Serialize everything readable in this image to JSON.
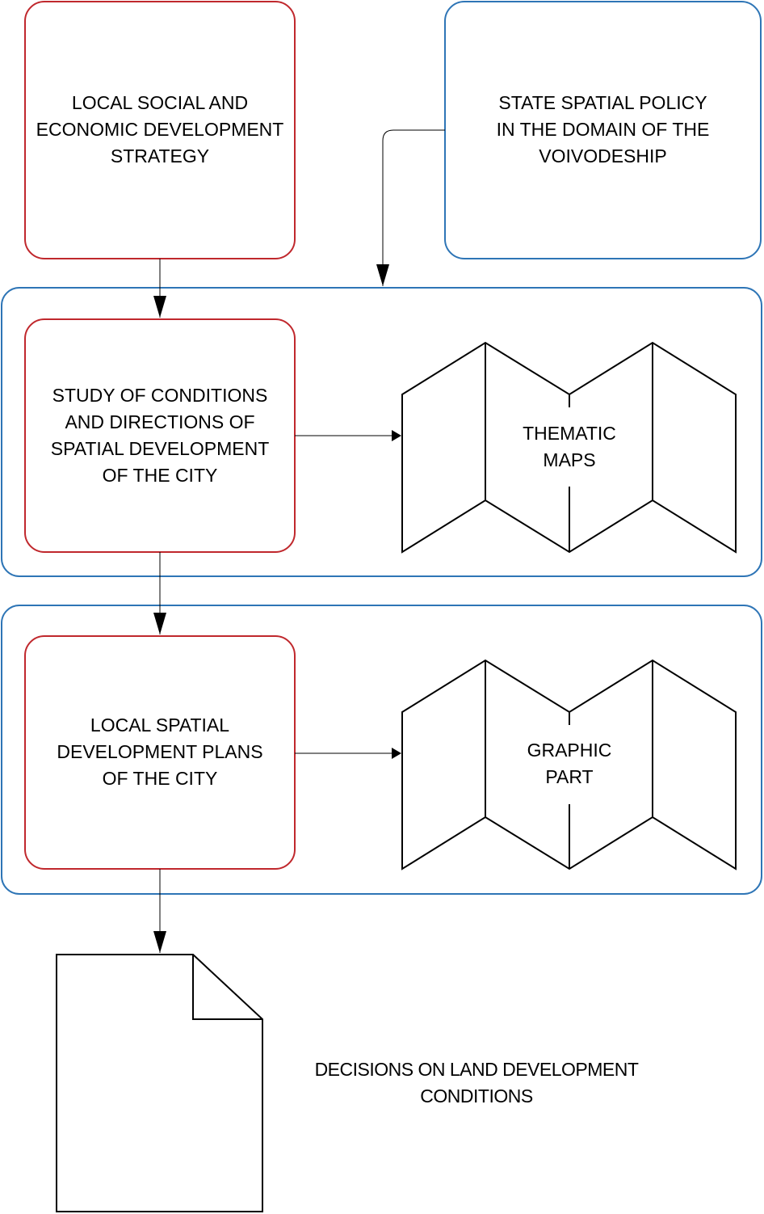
{
  "colors": {
    "red_box": "#c0282d",
    "blue_box": "#2e75b6",
    "line": "#000000"
  },
  "nodes": {
    "strategy": [
      "LOCAL SOCIAL AND",
      "ECONOMIC DEVELOPMENT",
      "STRATEGY"
    ],
    "state_policy": [
      "STATE SPATIAL POLICY",
      "IN THE DOMAIN OF THE",
      "VOIVODESHIP"
    ],
    "study": [
      "STUDY OF CONDITIONS",
      "AND DIRECTIONS OF",
      "SPATIAL DEVELOPMENT",
      "OF THE CITY"
    ],
    "thematic_maps": [
      "THEMATIC",
      "MAPS"
    ],
    "local_plans": [
      "LOCAL SPATIAL",
      "DEVELOPMENT PLANS",
      "OF THE CITY"
    ],
    "graphic_part": [
      "GRAPHIC",
      "PART"
    ],
    "decisions": [
      "DECISIONS ON LAND DEVELOPMENT",
      "CONDITIONS"
    ]
  }
}
